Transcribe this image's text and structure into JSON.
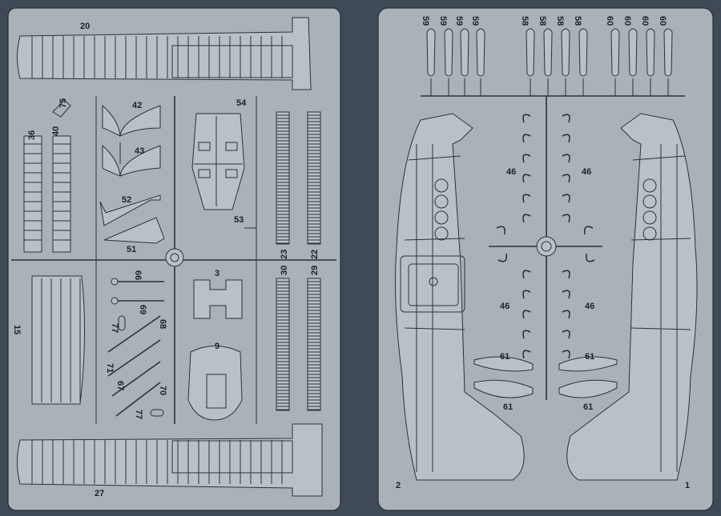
{
  "sheet_left": {
    "labels": {
      "p20": "20",
      "p27": "27",
      "p75": "75",
      "p36": "36",
      "p40": "40",
      "p42": "42",
      "p43": "43",
      "p52": "52",
      "p51": "51",
      "p54": "54",
      "p53": "53",
      "p22": "22",
      "p23": "23",
      "p29": "29",
      "p30": "30",
      "p15": "15",
      "p66": "66",
      "p69": "69",
      "p77a": "77",
      "p68": "68",
      "p71": "71",
      "p67": "67",
      "p70": "70",
      "p77b": "77",
      "p3": "3",
      "p9": "9"
    }
  },
  "sheet_right": {
    "top_labels": [
      "59",
      "59",
      "59",
      "59",
      "58",
      "58",
      "58",
      "58",
      "60",
      "60",
      "60",
      "60"
    ],
    "labels": {
      "p46a": "46",
      "p46b": "46",
      "p46c": "46",
      "p46d": "46",
      "p61a": "61",
      "p61b": "61",
      "p61c": "61",
      "p61d": "61",
      "p2": "2",
      "p1": "1"
    }
  }
}
